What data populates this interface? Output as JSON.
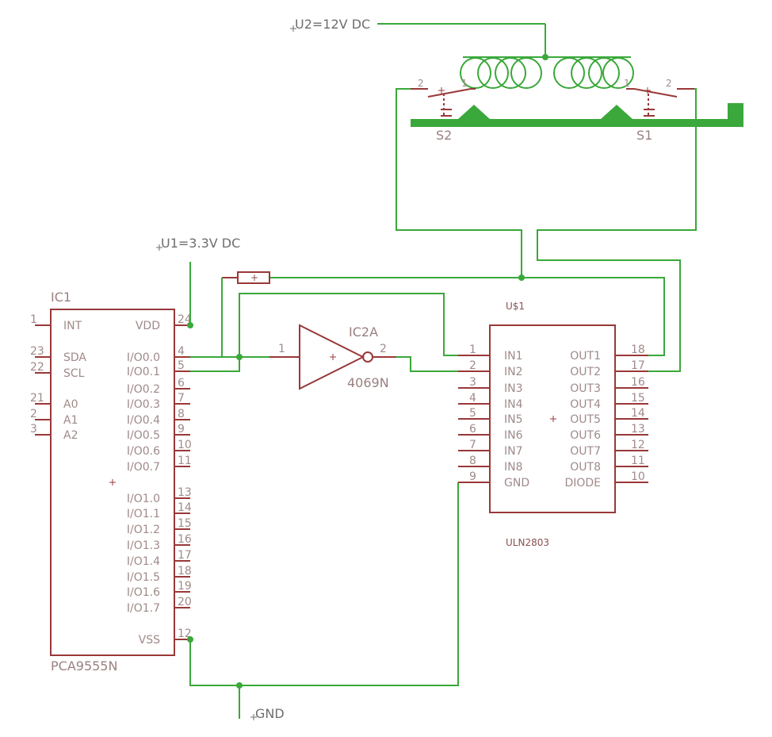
{
  "nets": {
    "u2": "U2=12V DC",
    "u1": "U1=3.3V DC",
    "gnd": "GND"
  },
  "ic1": {
    "ref": "IC1",
    "part": "PCA9555N",
    "left_pins": [
      {
        "num": "1",
        "name": "INT"
      },
      {
        "num": "23",
        "name": "SDA"
      },
      {
        "num": "22",
        "name": "SCL"
      },
      {
        "num": "21",
        "name": "A0"
      },
      {
        "num": "2",
        "name": "A1"
      },
      {
        "num": "3",
        "name": "A2"
      }
    ],
    "right_pins": [
      {
        "num": "24",
        "name": "VDD"
      },
      {
        "num": "4",
        "name": "I/O0.0"
      },
      {
        "num": "5",
        "name": "I/O0.1"
      },
      {
        "num": "6",
        "name": "I/O0.2"
      },
      {
        "num": "7",
        "name": "I/O0.3"
      },
      {
        "num": "8",
        "name": "I/O0.4"
      },
      {
        "num": "9",
        "name": "I/O0.5"
      },
      {
        "num": "10",
        "name": "I/O0.6"
      },
      {
        "num": "11",
        "name": "I/O0.7"
      },
      {
        "num": "13",
        "name": "I/O1.0"
      },
      {
        "num": "14",
        "name": "I/O1.1"
      },
      {
        "num": "15",
        "name": "I/O1.2"
      },
      {
        "num": "16",
        "name": "I/O1.3"
      },
      {
        "num": "17",
        "name": "I/O1.4"
      },
      {
        "num": "18",
        "name": "I/O1.5"
      },
      {
        "num": "19",
        "name": "I/O1.6"
      },
      {
        "num": "20",
        "name": "I/O1.7"
      },
      {
        "num": "12",
        "name": "VSS"
      }
    ]
  },
  "ic2a": {
    "ref": "IC2A",
    "part": "4069N",
    "pin_in": "1",
    "pin_out": "2"
  },
  "u1": {
    "ref": "U$1",
    "part": "ULN2803",
    "left_pins": [
      {
        "num": "1",
        "name": "IN1"
      },
      {
        "num": "2",
        "name": "IN2"
      },
      {
        "num": "3",
        "name": "IN3"
      },
      {
        "num": "4",
        "name": "IN4"
      },
      {
        "num": "5",
        "name": "IN5"
      },
      {
        "num": "6",
        "name": "IN6"
      },
      {
        "num": "7",
        "name": "IN7"
      },
      {
        "num": "8",
        "name": "IN8"
      },
      {
        "num": "9",
        "name": "GND"
      }
    ],
    "right_pins": [
      {
        "num": "18",
        "name": "OUT1"
      },
      {
        "num": "17",
        "name": "OUT2"
      },
      {
        "num": "16",
        "name": "OUT3"
      },
      {
        "num": "15",
        "name": "OUT4"
      },
      {
        "num": "14",
        "name": "OUT5"
      },
      {
        "num": "13",
        "name": "OUT6"
      },
      {
        "num": "12",
        "name": "OUT7"
      },
      {
        "num": "11",
        "name": "OUT8"
      },
      {
        "num": "10",
        "name": "DIODE"
      }
    ]
  },
  "switches": {
    "s1": {
      "ref": "S1",
      "pin_a": "1",
      "pin_b": "2"
    },
    "s2": {
      "ref": "S2",
      "pin_a": "1",
      "pin_b": "2"
    }
  },
  "resistor": {
    "mark": "+"
  }
}
